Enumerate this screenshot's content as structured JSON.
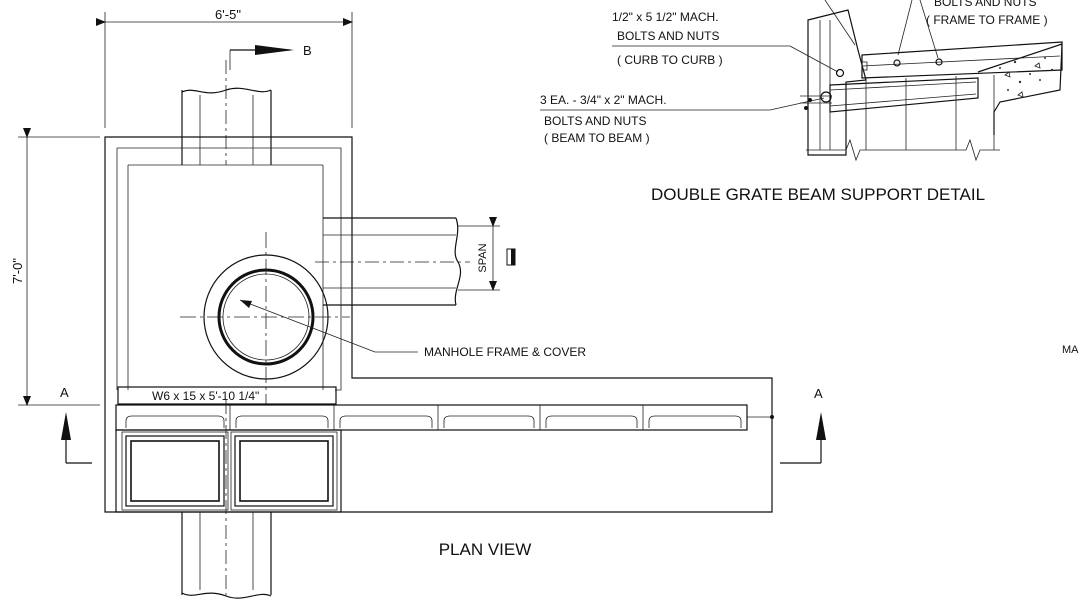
{
  "plan": {
    "dim_width": "6'-5\"",
    "dim_height": "7'-0\"",
    "section_b": "B",
    "section_a_left": "A",
    "section_a_right": "A",
    "span_label": "SPAN",
    "beam_label": "W6 x 15 x 5'-10 1/4\"",
    "manhole_label": "MANHOLE FRAME & COVER",
    "title": "PLAN VIEW"
  },
  "detail": {
    "bolt_frame_line1": "BOLTS AND NUTS",
    "bolt_frame_line2": "( FRAME TO FRAME )",
    "bolt_curb_line1": "1/2\" x 5 1/2\" MACH.",
    "bolt_curb_line2": "BOLTS AND NUTS",
    "bolt_curb_line3": "( CURB TO CURB )",
    "bolt_beam_line1": "3 EA. - 3/4\" x 2\" MACH.",
    "bolt_beam_line2": "BOLTS AND NUTS",
    "bolt_beam_line3": "( BEAM TO BEAM )",
    "title": "DOUBLE GRATE BEAM SUPPORT DETAIL"
  },
  "edge_text": "MA"
}
